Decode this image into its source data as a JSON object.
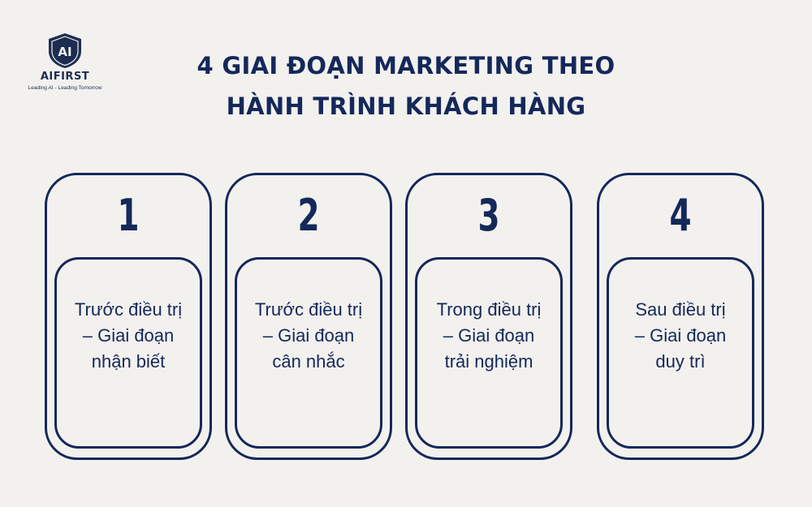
{
  "logo": {
    "mark": "AI",
    "name": "AIFIRST",
    "tagline": "Leading AI - Leading Tomorrow",
    "icon": "shield-ai-icon"
  },
  "title": {
    "line1": "4 GIAI ĐOẠN MARKETING THEO",
    "line2": "HÀNH TRÌNH KHÁCH HÀNG"
  },
  "stages": [
    {
      "number": "1",
      "line1": "Trước điều trị",
      "line2": "– Giai đoạn",
      "line3": "nhận biết"
    },
    {
      "number": "2",
      "line1": "Trước điều trị",
      "line2": "– Giai đoạn",
      "line3": "cân nhắc"
    },
    {
      "number": "3",
      "line1": "Trong điều trị",
      "line2": "– Giai đoạn",
      "line3": "trải nghiệm"
    },
    {
      "number": "4",
      "line1": "Sau điều trị",
      "line2": "– Giai đoạn",
      "line3": "duy trì"
    }
  ],
  "colors": {
    "background": "#f3f1ee",
    "primary": "#14285a"
  }
}
